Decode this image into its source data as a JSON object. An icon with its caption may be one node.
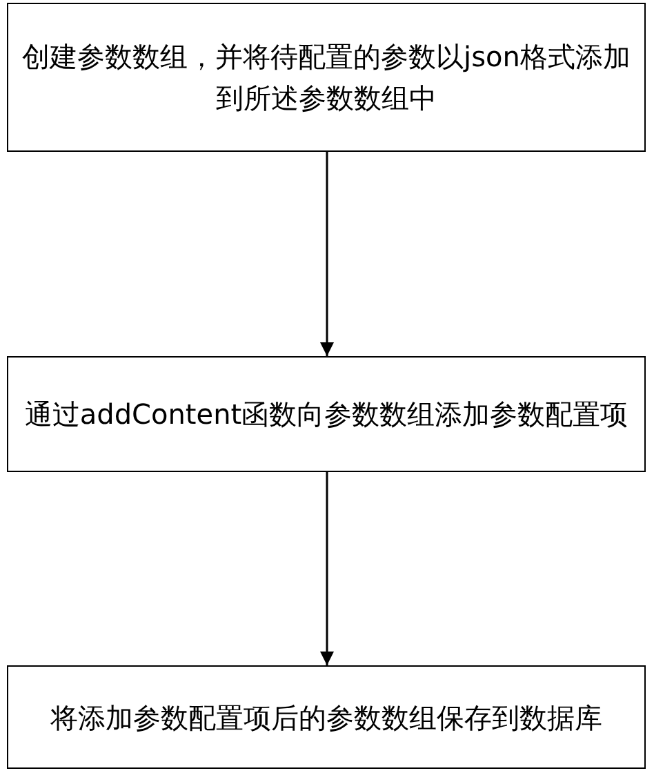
{
  "diagram": {
    "nodes": [
      {
        "text": [
          "创建参数数组，并将待配置的参数以json格式添加到所述参数数组中"
        ]
      },
      {
        "text": [
          "通过addContent函数向参数数组添加参数配置项"
        ]
      },
      {
        "text": [
          "将添加参数配置项后的参数数组保存到数据库"
        ]
      }
    ],
    "edges": [
      {
        "from": 0,
        "to": 1,
        "arrow": "to"
      },
      {
        "from": 1,
        "to": 2,
        "arrow": "to"
      }
    ]
  }
}
